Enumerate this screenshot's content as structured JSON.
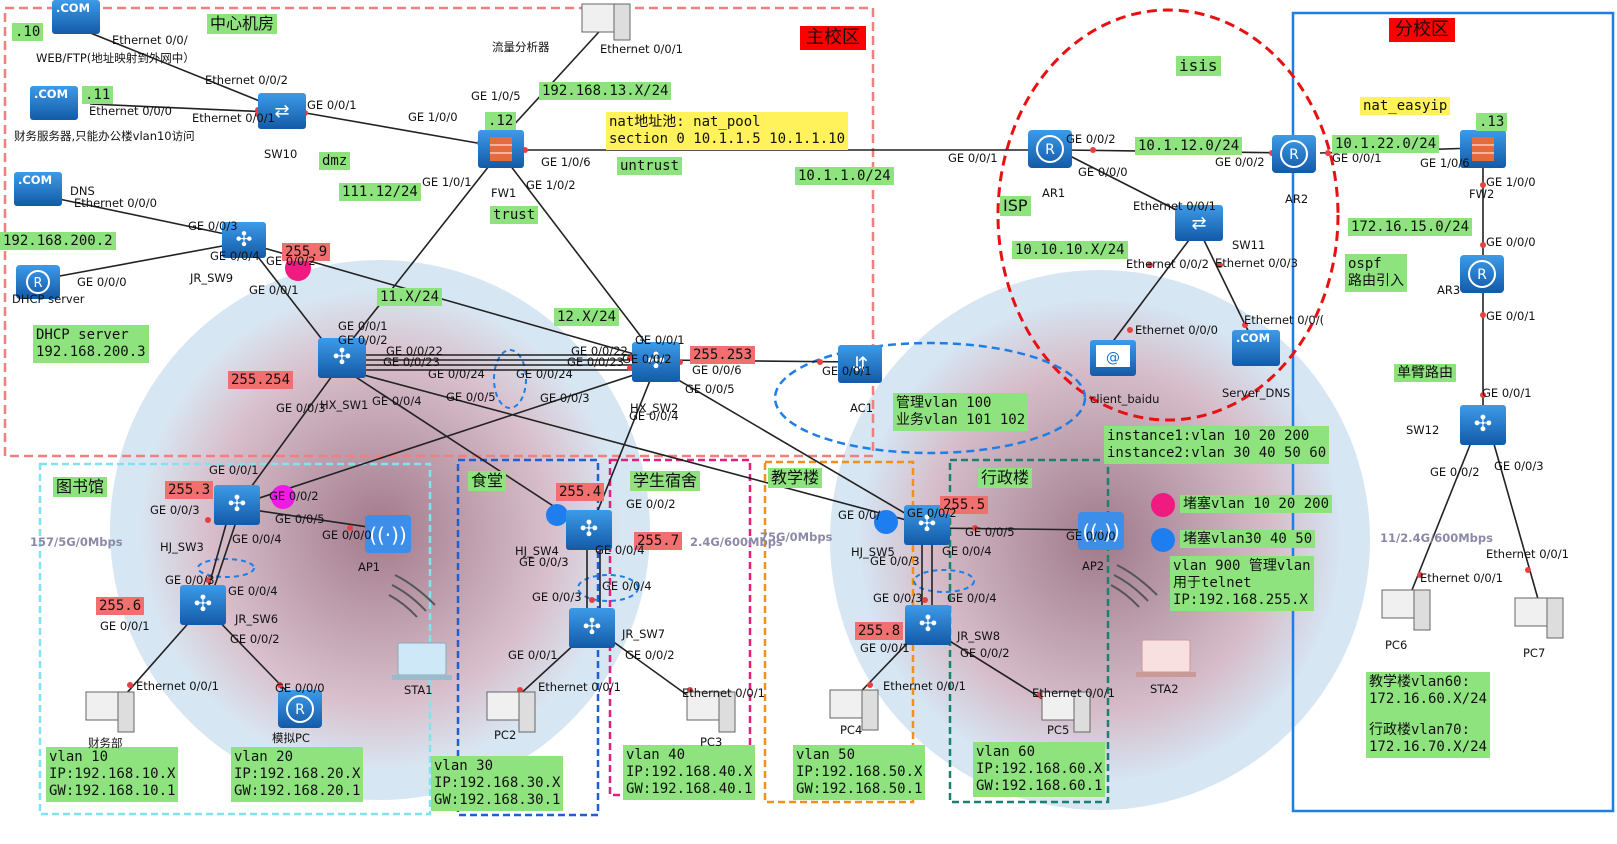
{
  "zones": {
    "main_campus": "主校区",
    "branch_campus": "分校区",
    "data_center": "中心机房",
    "library": "图书馆",
    "canteen": "食堂",
    "dorm": "学生宿舍",
    "teaching": "教学楼",
    "admin": "行政楼",
    "isis": "isis",
    "isp": "ISP"
  },
  "devices": {
    "com_label": ".COM",
    "web_server": "WEB/FTP(地址映射到外网中）",
    "finance_server": "财务服务器,只能办公楼vlan10访问",
    "dns": "DNS",
    "dhcp_server": "DHCP server",
    "flow_analyzer": "流量分析器",
    "sw10": "SW10",
    "fw1": "FW1",
    "jr_sw9": "JR_SW9",
    "hx_sw1": "HX_SW1",
    "hx_sw2": "HX_SW2",
    "ac1": "AC1",
    "ar1": "AR1",
    "ar2": "AR2",
    "sw11": "SW11",
    "client_baidu": "client_baidu",
    "server_dns": "Server_DNS",
    "fw2": "FW2",
    "ar3": "AR3",
    "sw12": "SW12",
    "hj_sw3": "HJ_SW3",
    "jr_sw6": "JR_SW6",
    "ap1": "AP1",
    "sta1": "STA1",
    "finance_pc": "财务部",
    "sim_pc": "模拟PC",
    "hj_sw4": "HJ_SW4",
    "jr_sw7": "JR_SW7",
    "pc2": "PC2",
    "pc3": "PC3",
    "hj_sw5": "HJ_SW5",
    "jr_sw8": "JR_SW8",
    "pc4": "PC4",
    "pc5": "PC5",
    "ap2": "AP2",
    "sta2": "STA2",
    "pc6": "PC6",
    "pc7": "PC7"
  },
  "notes": {
    "ip_10": ".10",
    "ip_11": ".11",
    "ip_12": ".12",
    "ip_13": ".13",
    "dmz": "dmz",
    "untrust": "untrust",
    "trust": "trust",
    "net_111": "111.12/24",
    "net_13x": "192.168.13.X/24",
    "net_10_1_1": "10.1.1.0/24",
    "net_11x": "11.X/24",
    "net_12x": "12.X/24",
    "net_200_2": "192.168.200.2",
    "dhcp_block": [
      "DHCP server",
      "192.168.200.3"
    ],
    "nat_pool": [
      "nat地址池: nat_pool",
      "section 0 10.1.1.5 10.1.1.10"
    ],
    "nat_easyip": "nat_easyip",
    "net_10_1_12": "10.1.12.0/24",
    "net_10_1_22": "10.1.22.0/24",
    "net_10_10_10": "10.10.10.X/24",
    "net_172_16_15": "172.16.15.0/24",
    "ospf": [
      "ospf",
      "路由引入"
    ],
    "one_arm": "单臂路由",
    "mgmt_vlan": [
      "管理vlan 100",
      "业务vlan 101 102"
    ],
    "instance": [
      "instance1:vlan 10 20 200",
      "instance2:vlan 30 40 50 60"
    ],
    "block_pink": "堵塞vlan 10 20 200",
    "block_blue": "堵塞vlan30 40 50",
    "vlan900": [
      "vlan 900 管理vlan",
      "用于telnet",
      "IP:192.168.255.X"
    ],
    "branch_vlans": [
      "教学楼vlan60:",
      "172.16.60.X/24",
      "",
      "行政楼vlan70:",
      "172.16.70.X/24"
    ],
    "r_9": "255.9",
    "r_253": "255.253",
    "r_254": "255.254",
    "r_3": "255.3",
    "r_4": "255.4",
    "r_5": "255.5",
    "r_6": "255.6",
    "r_7": "255.7",
    "r_8": "255.8",
    "wifi1": "157/5G/0Mbps",
    "wifi2": "2.4G/600Mbps",
    "wifi3": "75G/0Mbps",
    "wifi4": "11/2.4G/600Mbps"
  },
  "vlans": {
    "v10": [
      "vlan 10",
      "IP:192.168.10.X",
      "GW:192.168.10.1"
    ],
    "v20": [
      "vlan 20",
      "IP:192.168.20.X",
      "GW:192.168.20.1"
    ],
    "v30": [
      "vlan 30",
      "IP:192.168.30.X",
      "GW:192.168.30.1"
    ],
    "v40": [
      "vlan 40",
      "IP:192.168.40.X",
      "GW:192.168.40.1"
    ],
    "v50": [
      "vlan 50",
      "IP:192.168.50.X",
      "GW:192.168.50.1"
    ],
    "v60": [
      "vlan 60",
      "IP:192.168.60.X",
      "GW:192.168.60.1"
    ]
  },
  "ports": {
    "e000": "Ethernet 0/0/0",
    "e001": "Ethernet 0/0/1",
    "e002": "Ethernet 0/0/2",
    "e003": "Ethernet 0/0/3",
    "e000b": "Ethernet 0/0/",
    "e000c": "Ethernet 0/0/(",
    "g001": "GE 0/0/1",
    "g002": "GE 0/0/2",
    "g003": "GE 0/0/3",
    "g004": "GE 0/0/4",
    "g005": "GE 0/0/5",
    "g006": "GE 0/0/6",
    "g000": "GE 0/0/0",
    "g0022": "GE 0/0/22",
    "g0023": "GE 0/0/23",
    "g0024": "GE 0/0/24",
    "g100": "GE 1/0/0",
    "g101": "GE 1/0/1",
    "g102": "GE 1/0/2",
    "g105": "GE 1/0/5",
    "g106": "GE 1/0/6",
    "g106b": "GE 1/0/6",
    "g00": "GE 0/0/",
    "g0": "GE 0/"
  },
  "colors": {
    "main_border": "#f08080",
    "branch_border": "#1e7ee8",
    "isis_ring": "#e81010",
    "library_border": "#7fe3f0",
    "canteen_border": "#1e60d0",
    "dorm_border": "#e0207a",
    "teaching_border": "#f0901e",
    "admin_border": "#1a8070",
    "green_box": "#8fe37f",
    "red_box": "#f26f6f",
    "yellow_box": "#fff25a",
    "device_blue": "#1a6fc4",
    "block_pink": "#f01a80",
    "block_blue": "#1e7ef0"
  }
}
